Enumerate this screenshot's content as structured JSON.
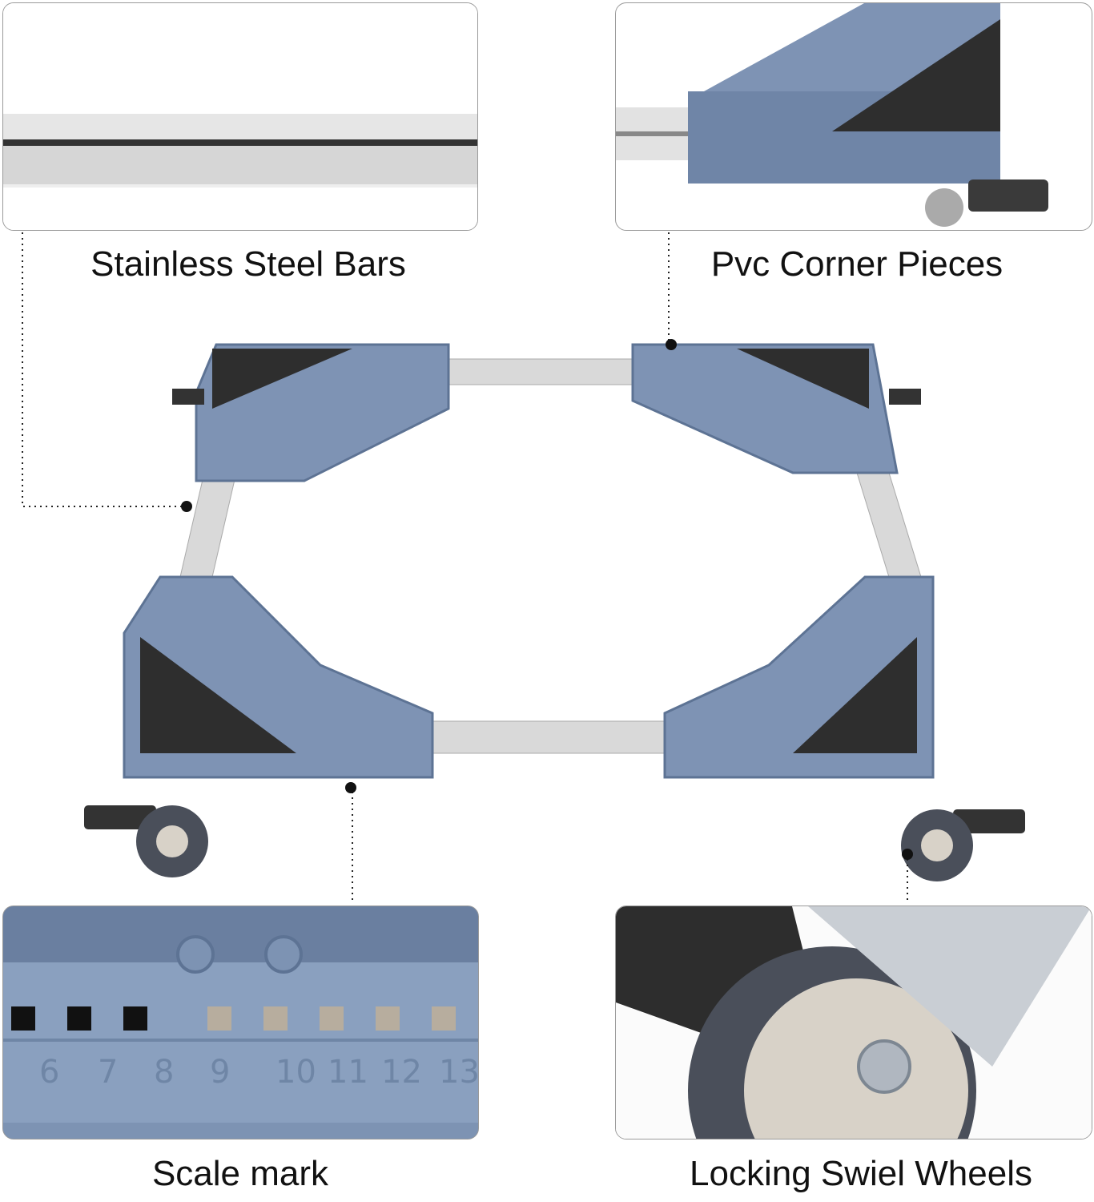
{
  "labels": {
    "steel_bars": "Stainless Steel Bars",
    "corner_pieces": "Pvc Corner Pieces",
    "scale_mark": "Scale mark",
    "wheels": "Locking Swiel Wheels"
  },
  "scale": {
    "numbers": [
      "6",
      "7",
      "8",
      "9",
      "10",
      "11",
      "12",
      "13"
    ]
  },
  "colors": {
    "pvc_blue": "#7e93b4",
    "pvc_dark": "#5d7394",
    "steel": "#d9d9d9",
    "pad": "#2e2e2e",
    "leader": "#222222"
  }
}
